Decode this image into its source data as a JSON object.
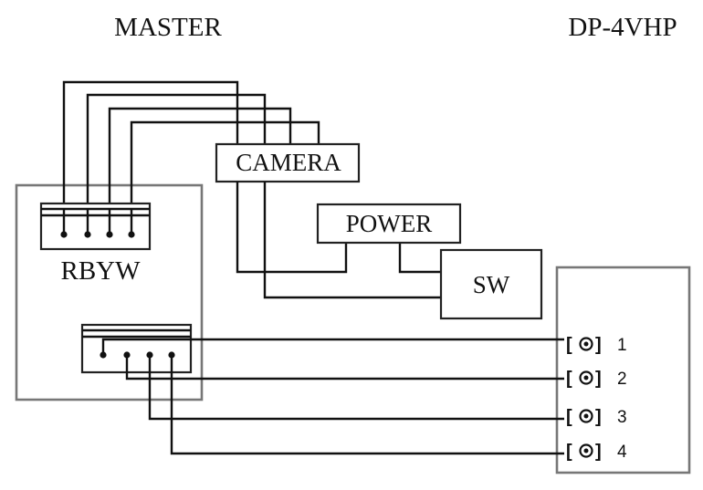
{
  "titles": {
    "master": "MASTER",
    "dp": "DP-4VHP"
  },
  "labels": {
    "camera": "CAMERA",
    "power": "POWER",
    "sw": "SW",
    "rbyw": "RBYW"
  },
  "terminals": [
    {
      "bracket": "[",
      "close": "]",
      "number": "1"
    },
    {
      "bracket": "[",
      "close": "]",
      "number": "2"
    },
    {
      "bracket": "[",
      "close": "]",
      "number": "3"
    },
    {
      "bracket": "[",
      "close": "]",
      "number": "4"
    }
  ],
  "colors": {
    "line": "#111111",
    "frame": "#777777"
  }
}
